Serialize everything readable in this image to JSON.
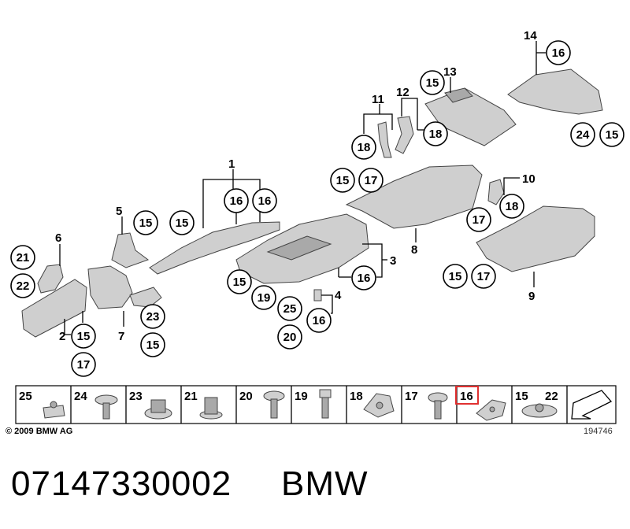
{
  "diagram": {
    "callouts": [
      "1",
      "2",
      "3",
      "4",
      "5",
      "6",
      "7",
      "8",
      "9",
      "10",
      "11",
      "12",
      "13",
      "14",
      "15",
      "16",
      "17",
      "18",
      "19",
      "20",
      "21",
      "22",
      "23",
      "24",
      "25"
    ],
    "strip_labels": [
      "25",
      "24",
      "23",
      "21",
      "20",
      "19",
      "18",
      "17",
      "16",
      "15",
      "22"
    ],
    "highlighted_item": "16",
    "highlight_color": "#e03030"
  },
  "footer": {
    "copyright": "© 2009 BMW AG",
    "drawing_number": "194746"
  },
  "caption": {
    "part_number": "07147330002",
    "brand": "BMW"
  }
}
